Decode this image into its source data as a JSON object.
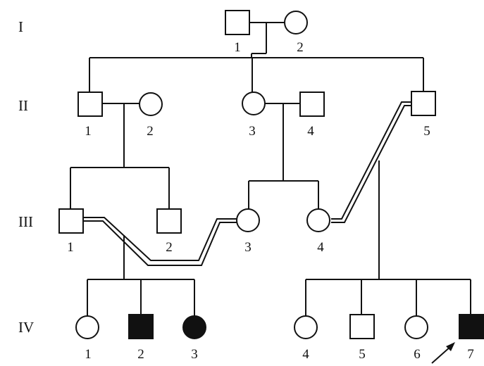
{
  "colors": {
    "line": "#111111",
    "unaffected": "#ffffff",
    "affected": "#111111",
    "background": "#ffffff"
  },
  "generations": [
    "I",
    "II",
    "III",
    "IV"
  ],
  "individuals": {
    "I-1": {
      "label": "1",
      "sex": "male",
      "affected": false
    },
    "I-2": {
      "label": "2",
      "sex": "female",
      "affected": false
    },
    "II-1": {
      "label": "1",
      "sex": "male",
      "affected": false
    },
    "II-2": {
      "label": "2",
      "sex": "female",
      "affected": false
    },
    "II-3": {
      "label": "3",
      "sex": "female",
      "affected": false
    },
    "II-4": {
      "label": "4",
      "sex": "male",
      "affected": false
    },
    "II-5": {
      "label": "5",
      "sex": "male",
      "affected": false
    },
    "III-1": {
      "label": "1",
      "sex": "male",
      "affected": false
    },
    "III-2": {
      "label": "2",
      "sex": "male",
      "affected": false
    },
    "III-3": {
      "label": "3",
      "sex": "female",
      "affected": false
    },
    "III-4": {
      "label": "4",
      "sex": "female",
      "affected": false
    },
    "IV-1": {
      "label": "1",
      "sex": "female",
      "affected": false
    },
    "IV-2": {
      "label": "2",
      "sex": "male",
      "affected": true
    },
    "IV-3": {
      "label": "3",
      "sex": "female",
      "affected": true
    },
    "IV-4": {
      "label": "4",
      "sex": "female",
      "affected": false
    },
    "IV-5": {
      "label": "5",
      "sex": "male",
      "affected": false
    },
    "IV-6": {
      "label": "6",
      "sex": "female",
      "affected": false
    },
    "IV-7": {
      "label": "7",
      "sex": "male",
      "affected": true,
      "proband": true
    }
  },
  "matings": [
    {
      "partners": [
        "I-1",
        "I-2"
      ],
      "consanguineous": false
    },
    {
      "partners": [
        "II-1",
        "II-2"
      ],
      "consanguineous": false
    },
    {
      "partners": [
        "II-3",
        "II-4"
      ],
      "consanguineous": false
    },
    {
      "partners": [
        "III-1",
        "III-3"
      ],
      "consanguineous": true
    },
    {
      "partners": [
        "II-5",
        "III-4"
      ],
      "consanguineous": true
    }
  ]
}
